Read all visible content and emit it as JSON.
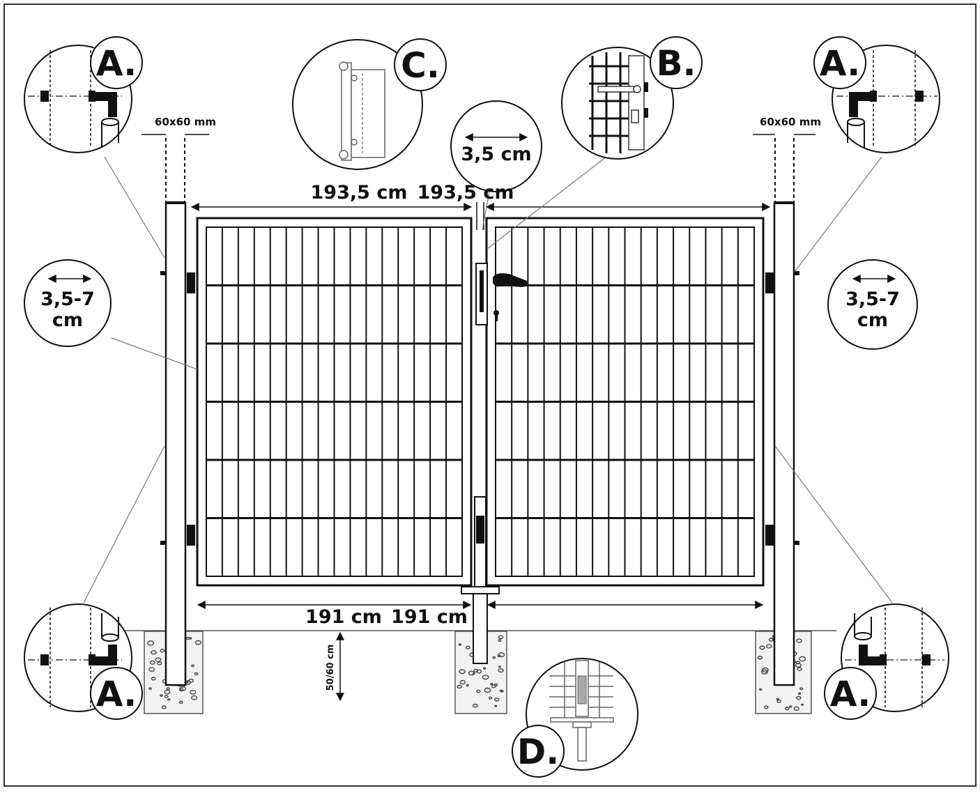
{
  "labels": {
    "post_size_left": "60x60 mm",
    "post_size_right": "60x60 mm",
    "width_top_left": "193,5 cm",
    "width_top_right": "193,5 cm",
    "gap": "3,5 cm",
    "clearance_left": "3,5-7",
    "clearance_left_unit": "cm",
    "clearance_right": "3,5-7",
    "clearance_right_unit": "cm",
    "width_bottom_left": "191 cm",
    "width_bottom_right": "191 cm",
    "depth": "50/60 cm"
  },
  "details": {
    "a_top_left": "A.",
    "a_top_right": "A.",
    "a_bottom_left": "A.",
    "a_bottom_right": "A.",
    "b": "B.",
    "c": "C.",
    "d": "D."
  },
  "colors": {
    "line": "#111111",
    "thin_line": "#555555",
    "concrete": "#f2f2f2"
  }
}
